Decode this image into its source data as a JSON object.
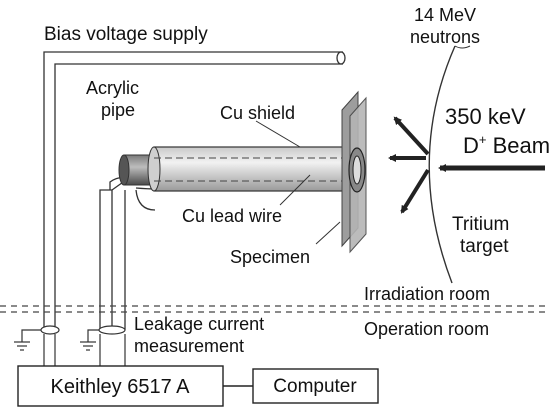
{
  "labels": {
    "bias_supply": "Bias voltage supply",
    "neutrons_line1": "14 MeV",
    "neutrons_line2": "neutrons",
    "acrylic_line1": "Acrylic",
    "acrylic_line2": "pipe",
    "cu_shield": "Cu shield",
    "beam_line1": "350 keV",
    "beam_line2": "D",
    "beam_sup": "+",
    "beam_line2_rest": " Beam",
    "cu_lead_wire": "Cu lead wire",
    "specimen": "Specimen",
    "tritium_line1": "Tritium",
    "tritium_line2": "target",
    "irradiation_room": "Irradiation room",
    "operation_room": "Operation room",
    "leakage_line1": "Leakage current",
    "leakage_line2": "measurement",
    "keithley": "Keithley 6517 A",
    "computer": "Computer"
  }
}
